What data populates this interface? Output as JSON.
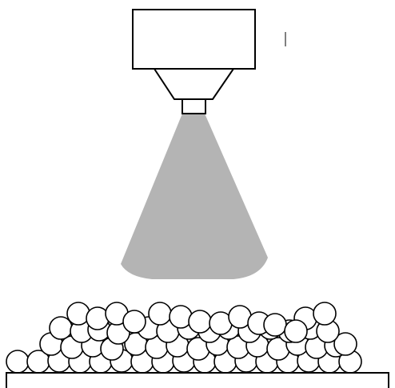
{
  "diagram": {
    "components": {
      "nozzle_housing": "rectangular-box",
      "nozzle_taper": "trapezoid",
      "nozzle_tip": "small-rectangle",
      "spray_cone": "filled-cone",
      "particle_bed": "packed-circles",
      "substrate": "flat-plate"
    },
    "colors": {
      "stroke": "#000000",
      "fill": "#ffffff",
      "spray": "#b4b4b4"
    }
  }
}
